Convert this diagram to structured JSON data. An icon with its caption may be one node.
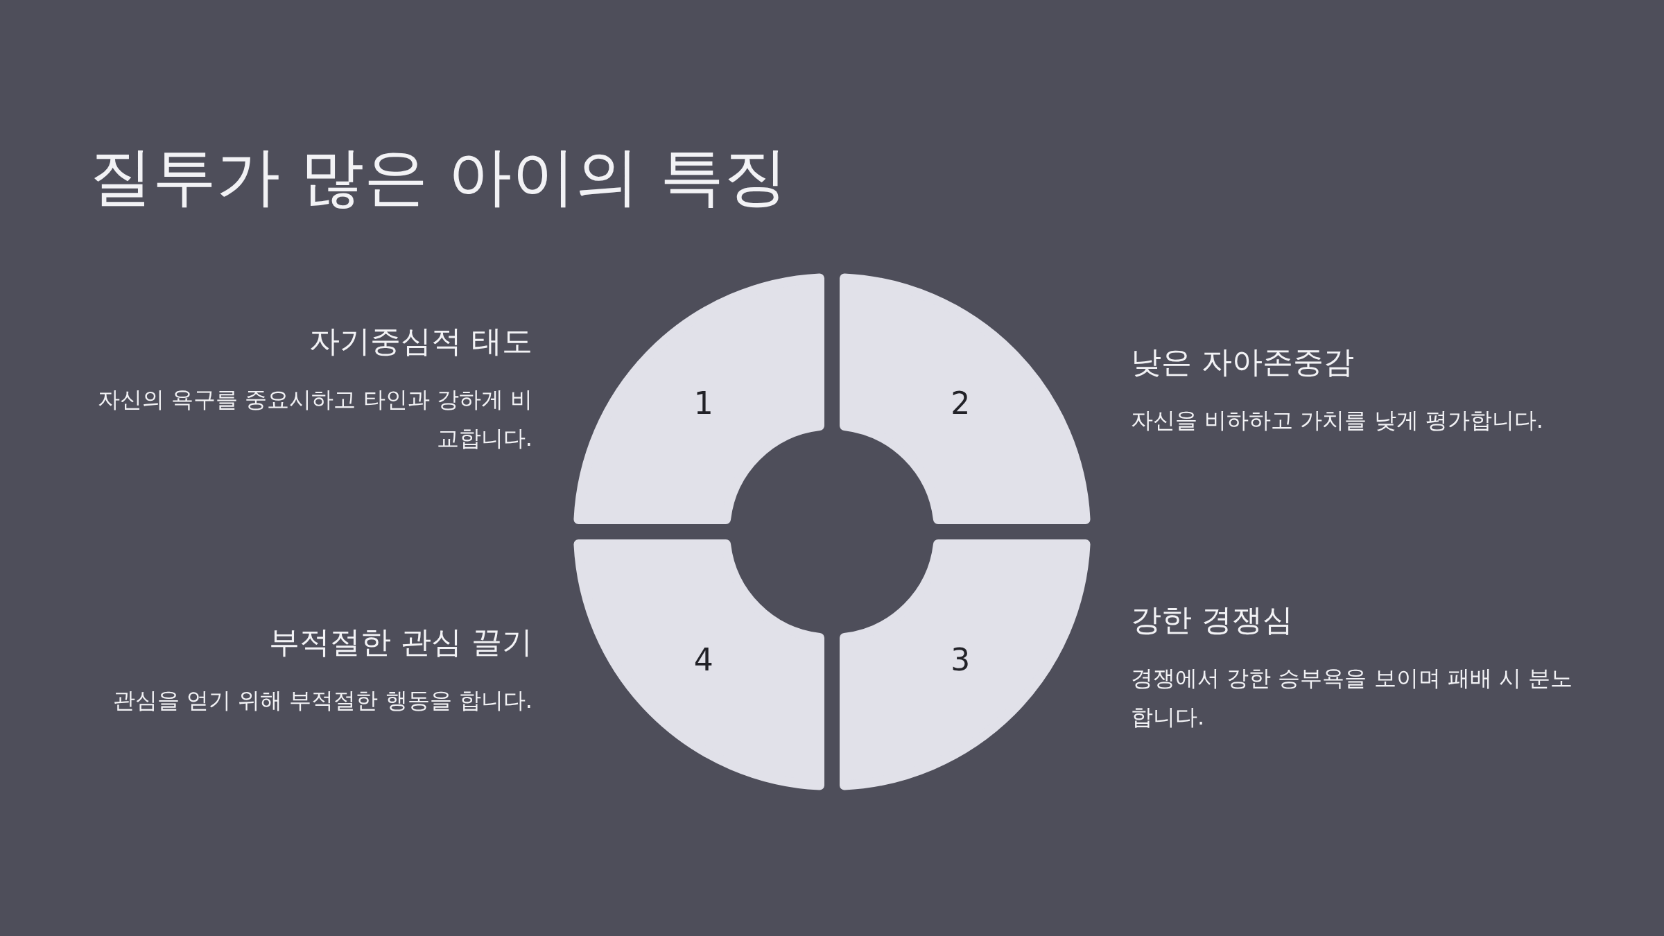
{
  "diagram": {
    "title": "질투가 많은 아이의 특징",
    "nodes": [
      {
        "text": [
          "1"
        ],
        "beside": [
          "자기중심적 태도",
          "자신의 욕구를 중요시하고 타인과 강하게 비교합니다."
        ]
      },
      {
        "text": [
          "2"
        ],
        "beside": [
          "낮은 자아존중감",
          "자신을 비하하고 가치를 낮게 평가합니다."
        ]
      },
      {
        "text": [
          "3"
        ],
        "beside": [
          "강한 경쟁심",
          "경쟁에서 강한 승부욕을 보이며 패배 시 분노합니다."
        ]
      },
      {
        "text": [
          "4"
        ],
        "beside": [
          "부적절한 관심 끌기",
          "관심을 얻기 위해 부적절한 행동을 합니다."
        ]
      }
    ]
  }
}
